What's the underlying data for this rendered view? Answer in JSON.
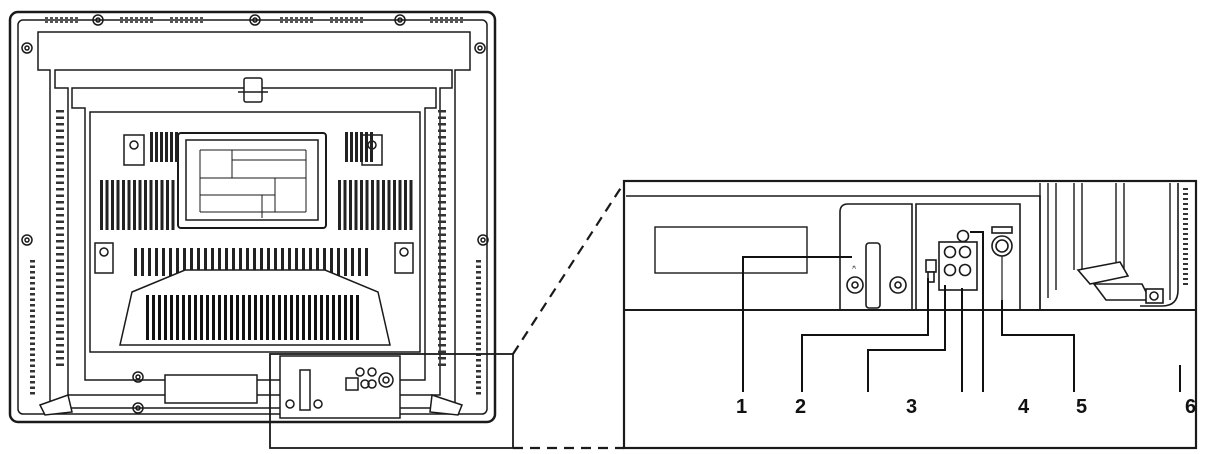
{
  "colors": {
    "line": "#1a1a1a",
    "fill": "#ffffff",
    "vent": "#333333",
    "panel": "#f4f4f4"
  },
  "icons": [
    "tv-rear-view",
    "zoomed-connector-panel",
    "callout-leader-lines"
  ],
  "callouts": [
    {
      "id": "callout-1",
      "label": "1"
    },
    {
      "id": "callout-2",
      "label": "2"
    },
    {
      "id": "callout-3",
      "label": "3"
    },
    {
      "id": "callout-4",
      "label": "4"
    },
    {
      "id": "callout-5",
      "label": "5"
    },
    {
      "id": "callout-6",
      "label": "6"
    }
  ]
}
